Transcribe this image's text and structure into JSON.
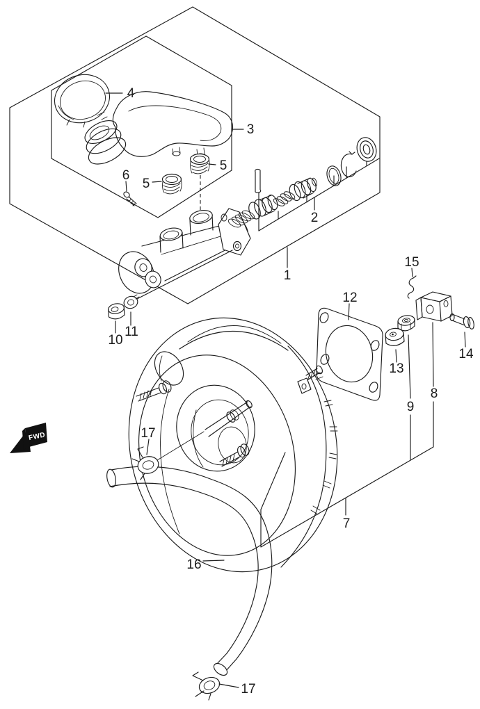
{
  "figure": {
    "kind": "exploded-parts-diagram",
    "background": "#ffffff",
    "ink": "#1c1c1c",
    "orientation_label": "FWD",
    "callouts": [
      {
        "id": "1"
      },
      {
        "id": "2"
      },
      {
        "id": "3"
      },
      {
        "id": "4"
      },
      {
        "id": "5"
      },
      {
        "id": "5"
      },
      {
        "id": "6"
      },
      {
        "id": "7"
      },
      {
        "id": "8"
      },
      {
        "id": "9"
      },
      {
        "id": "10"
      },
      {
        "id": "11"
      },
      {
        "id": "12"
      },
      {
        "id": "13"
      },
      {
        "id": "14"
      },
      {
        "id": "15"
      },
      {
        "id": "16"
      },
      {
        "id": "17"
      },
      {
        "id": "17"
      }
    ]
  }
}
